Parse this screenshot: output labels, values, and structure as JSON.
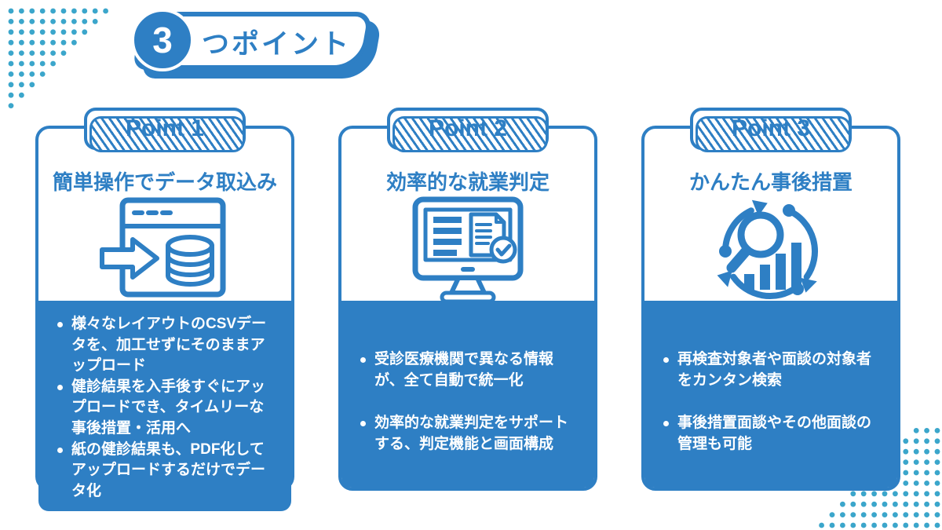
{
  "page": {
    "background": "#ffffff",
    "accent_color": "#2e7fc4",
    "dot_color": "#3ba6cb"
  },
  "header": {
    "number": "3",
    "label": "つポイント"
  },
  "cards": [
    {
      "badge": "Point 1",
      "title": "簡単操作でデータ取込み",
      "icon": "csv-data-import-icon",
      "bullets": [
        "様々なレイアウトのCSVデータを、加工せずにそのままアップロード",
        "健診結果を入手後すぐにアップロードでき、タイムリーな事後措置・活用へ",
        "紙の健診結果も、PDF化してアップロードするだけでデータ化"
      ]
    },
    {
      "badge": "Point 2",
      "title": "効率的な就業判定",
      "icon": "monitor-judgment-check-icon",
      "bullets": [
        "受診医療機関で異なる情報が、全て自動で統一化",
        "効率的な就業判定をサポートする、判定機能と画面構成"
      ]
    },
    {
      "badge": "Point 3",
      "title": "かんたん事後措置",
      "icon": "search-analysis-cycle-icon",
      "bullets": [
        "再検査対象者や面談の対象者をカンタン検索",
        "事後措置面談やその他面談の管理も可能"
      ]
    }
  ]
}
